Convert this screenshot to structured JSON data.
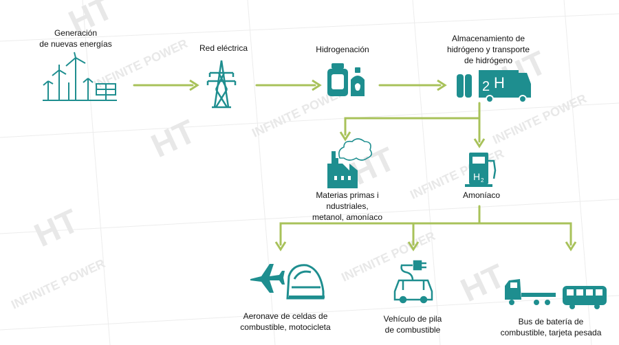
{
  "colors": {
    "teal": "#1e8e8f",
    "arrow": "#a8c25a",
    "watermark": "#e6e6e6"
  },
  "watermark": {
    "logo": "HT",
    "tagline": "INFINITE POWER"
  },
  "nodes": {
    "generation": {
      "label_line1": "Generación",
      "label_line2": "de nuevas energías",
      "icon": "wind-solar-icon"
    },
    "grid": {
      "label": "Red eléctrica",
      "icon": "power-tower-icon"
    },
    "hydrogenation": {
      "label": "Hidrogenación",
      "icon": "bottles-icon"
    },
    "storage": {
      "label_line1": "Almacenamiento de",
      "label_line2": "hidrógeno y transporte",
      "label_line3": "de hidrógeno",
      "icon": "h2-truck-icon"
    },
    "industrial": {
      "label_line1": "Materias primas i",
      "label_line2": "ndustriales,",
      "label_line3": "metanol, amoníaco",
      "icon": "factory-icon"
    },
    "ammonia": {
      "label": "Amoníaco",
      "icon": "h2-pump-icon"
    },
    "aircraft": {
      "label_line1": "Aeronave de celdas de",
      "label_line2": "combustible, motocicleta",
      "icon": "plane-train-icon"
    },
    "vehicle": {
      "label_line1": "Vehículo de pila",
      "label_line2": "de combustible",
      "icon": "car-plug-icon"
    },
    "bus": {
      "label_line1": "Bus de batería de",
      "label_line2": "combustible, tarjeta pesada",
      "icon": "truck-bus-icon"
    }
  }
}
